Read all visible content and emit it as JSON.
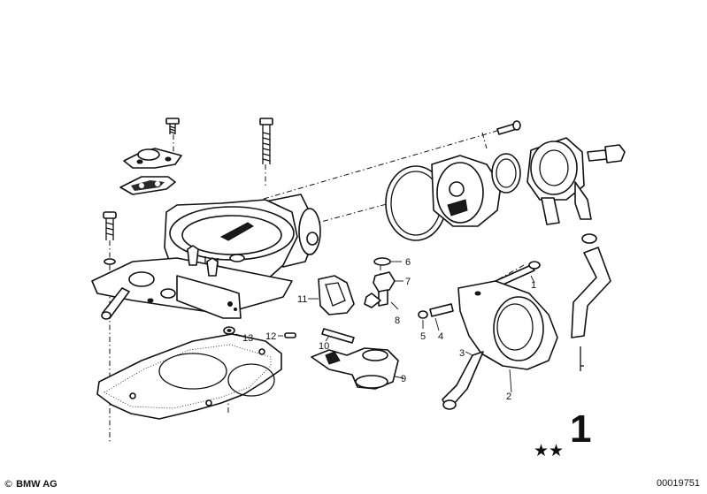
{
  "labels": {
    "l1": "1",
    "l2": "2",
    "l3": "3",
    "l4": "4",
    "l5": "5",
    "l6": "6",
    "l7": "7",
    "l8": "8",
    "l9": "9",
    "l10": "10",
    "l11": "11",
    "l12": "12",
    "l13": "13"
  },
  "set_number": "1",
  "stars": "★★",
  "footer": {
    "copyright_symbol": "©",
    "brand": "BMW AG",
    "diagram_id": "00019751"
  }
}
